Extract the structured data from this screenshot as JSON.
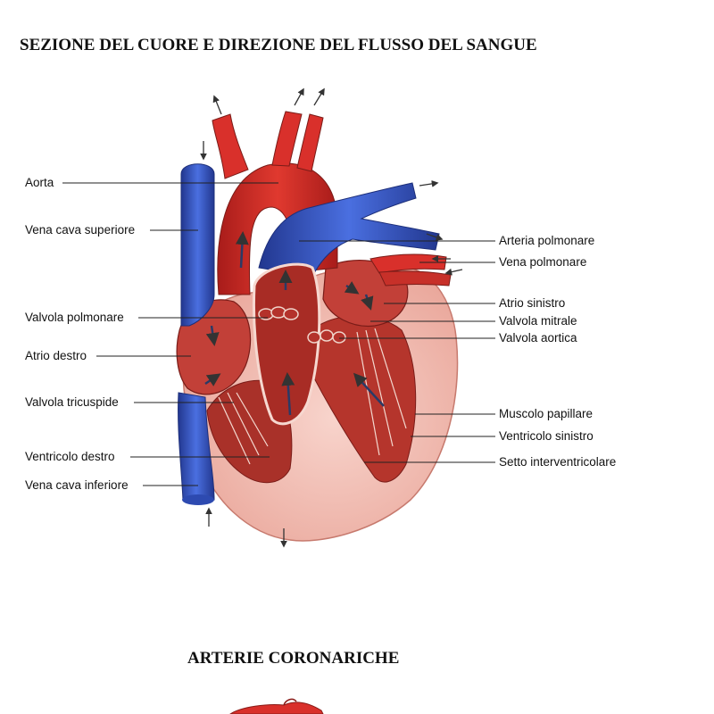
{
  "titles": {
    "main": "SEZIONE DEL CUORE E DIREZIONE DEL FLUSSO DEL SANGUE",
    "secondary": "ARTERIE CORONARICHE"
  },
  "labels_left": [
    {
      "id": "aorta",
      "text": "Aorta"
    },
    {
      "id": "vena-cava-superiore",
      "text": "Vena cava superiore"
    },
    {
      "id": "valvola-polmonare",
      "text": "Valvola polmonare"
    },
    {
      "id": "atrio-destro",
      "text": "Atrio destro"
    },
    {
      "id": "valvola-tricuspide",
      "text": "Valvola tricuspide"
    },
    {
      "id": "ventricolo-destro",
      "text": "Ventricolo destro"
    },
    {
      "id": "vena-cava-inferiore",
      "text": "Vena cava inferiore"
    }
  ],
  "labels_right": [
    {
      "id": "arteria-polmonare",
      "text": "Arteria polmonare"
    },
    {
      "id": "vena-polmonare",
      "text": "Vena polmonare"
    },
    {
      "id": "atrio-sinistro",
      "text": "Atrio sinistro"
    },
    {
      "id": "valvola-mitrale",
      "text": "Valvola mitrale"
    },
    {
      "id": "valvola-aortica",
      "text": "Valvola aortica"
    },
    {
      "id": "muscolo-papillare",
      "text": "Muscolo papillare"
    },
    {
      "id": "ventricolo-sinistro",
      "text": "Ventricolo sinistro"
    },
    {
      "id": "setto-interventricolare",
      "text": "Setto interventricolare"
    }
  ],
  "colors": {
    "artery": "#d9302b",
    "artery_dark": "#a81c1a",
    "vein": "#3456c4",
    "vein_dark": "#22378f",
    "muscle": "#f4c4bc",
    "chamber": "#b8342c",
    "leader": "#222222"
  }
}
